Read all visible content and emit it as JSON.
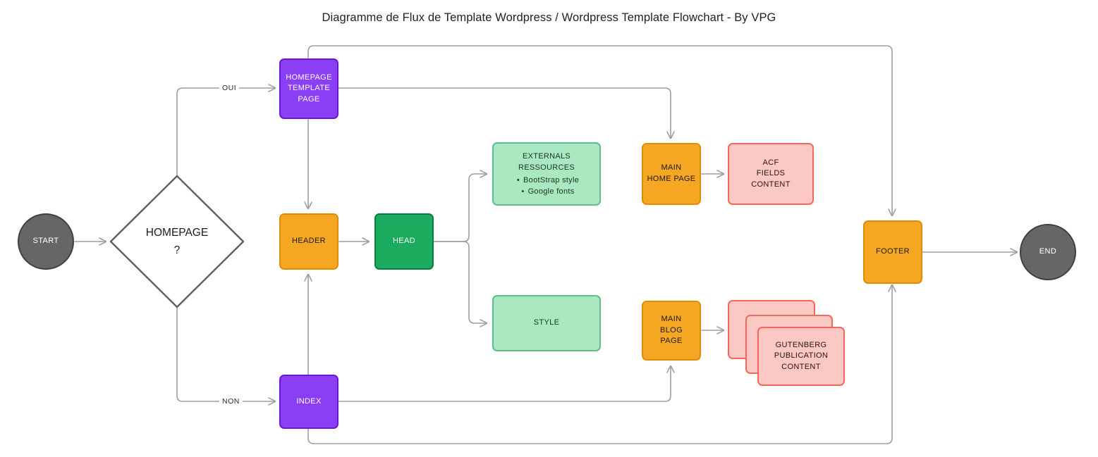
{
  "title": "Diagramme de Flux de Template Wordpress / Wordpress Template Flowchart - By VPG",
  "colors": {
    "background": "#ffffff",
    "edge": "#9e9e9e",
    "terminator_fill": "#666666",
    "terminator_border": "#3f3f3f",
    "orange_fill": "#F5A623",
    "orange_border": "#DF8C05",
    "purple_fill": "#8B3FF5",
    "purple_border": "#6B19D4",
    "green_dark_fill": "#1BAB5E",
    "green_dark_border": "#077F3E",
    "green_light_fill": "#A9E8C0",
    "green_light_border": "#64BA8A",
    "pink_fill": "#FBC8C3",
    "pink_border": "#F4685B",
    "diamond_fill": "#ffffff",
    "diamond_border": "#5f5f5f"
  },
  "nodes": {
    "start": {
      "label": "START",
      "shape": "circle",
      "type": "terminator"
    },
    "decision": {
      "label": "HOMEPAGE\n?",
      "shape": "diamond",
      "type": "decision"
    },
    "homepage_template_page": {
      "label": "HOMEPAGE\nTEMPLATE\nPAGE",
      "shape": "rounded-rect",
      "type": "process"
    },
    "index": {
      "label": "INDEX",
      "shape": "rounded-rect",
      "type": "process"
    },
    "header": {
      "label": "HEADER",
      "shape": "rounded-rect",
      "type": "process"
    },
    "head": {
      "label": "HEAD",
      "shape": "rounded-rect",
      "type": "process"
    },
    "externals_ressources": {
      "title": "EXTERNALS RESSOURCES",
      "items": [
        "BootStrap style",
        "Google fonts"
      ],
      "shape": "rounded-rect",
      "type": "process"
    },
    "style": {
      "label": "STYLE",
      "shape": "rounded-rect",
      "type": "process"
    },
    "main_home_page": {
      "label": "MAIN\nHOME PAGE",
      "shape": "rounded-rect",
      "type": "process"
    },
    "acf_fields_content": {
      "label": "ACF\nFIELDS\nCONTENT",
      "shape": "rounded-rect",
      "type": "data"
    },
    "main_blog_page": {
      "label": "MAIN\nBLOG\nPAGE",
      "shape": "rounded-rect",
      "type": "process"
    },
    "gutenberg_publication_content": {
      "label": "GUTENBERG\nPUBLICATION\nCONTENT",
      "shape": "stacked-rect",
      "type": "multi-document",
      "stack_count": 3
    },
    "footer": {
      "label": "FOOTER",
      "shape": "rounded-rect",
      "type": "process"
    },
    "end": {
      "label": "END",
      "shape": "circle",
      "type": "terminator"
    }
  },
  "edge_labels": {
    "oui": "OUI",
    "non": "NON"
  },
  "edges": [
    {
      "from": "start",
      "to": "decision",
      "label": ""
    },
    {
      "from": "decision",
      "to": "homepage_template_page",
      "label": "OUI"
    },
    {
      "from": "decision",
      "to": "index",
      "label": "NON"
    },
    {
      "from": "homepage_template_page",
      "to": "header",
      "label": ""
    },
    {
      "from": "homepage_template_page",
      "to": "main_home_page",
      "label": ""
    },
    {
      "from": "homepage_template_page",
      "to": "footer",
      "label": ""
    },
    {
      "from": "index",
      "to": "header",
      "label": ""
    },
    {
      "from": "index",
      "to": "main_blog_page",
      "label": ""
    },
    {
      "from": "index",
      "to": "footer",
      "label": ""
    },
    {
      "from": "header",
      "to": "head",
      "label": ""
    },
    {
      "from": "head",
      "to": "externals_ressources",
      "label": ""
    },
    {
      "from": "head",
      "to": "style",
      "label": ""
    },
    {
      "from": "main_home_page",
      "to": "acf_fields_content",
      "label": ""
    },
    {
      "from": "main_blog_page",
      "to": "gutenberg_publication_content",
      "label": ""
    },
    {
      "from": "footer",
      "to": "end",
      "label": ""
    }
  ]
}
